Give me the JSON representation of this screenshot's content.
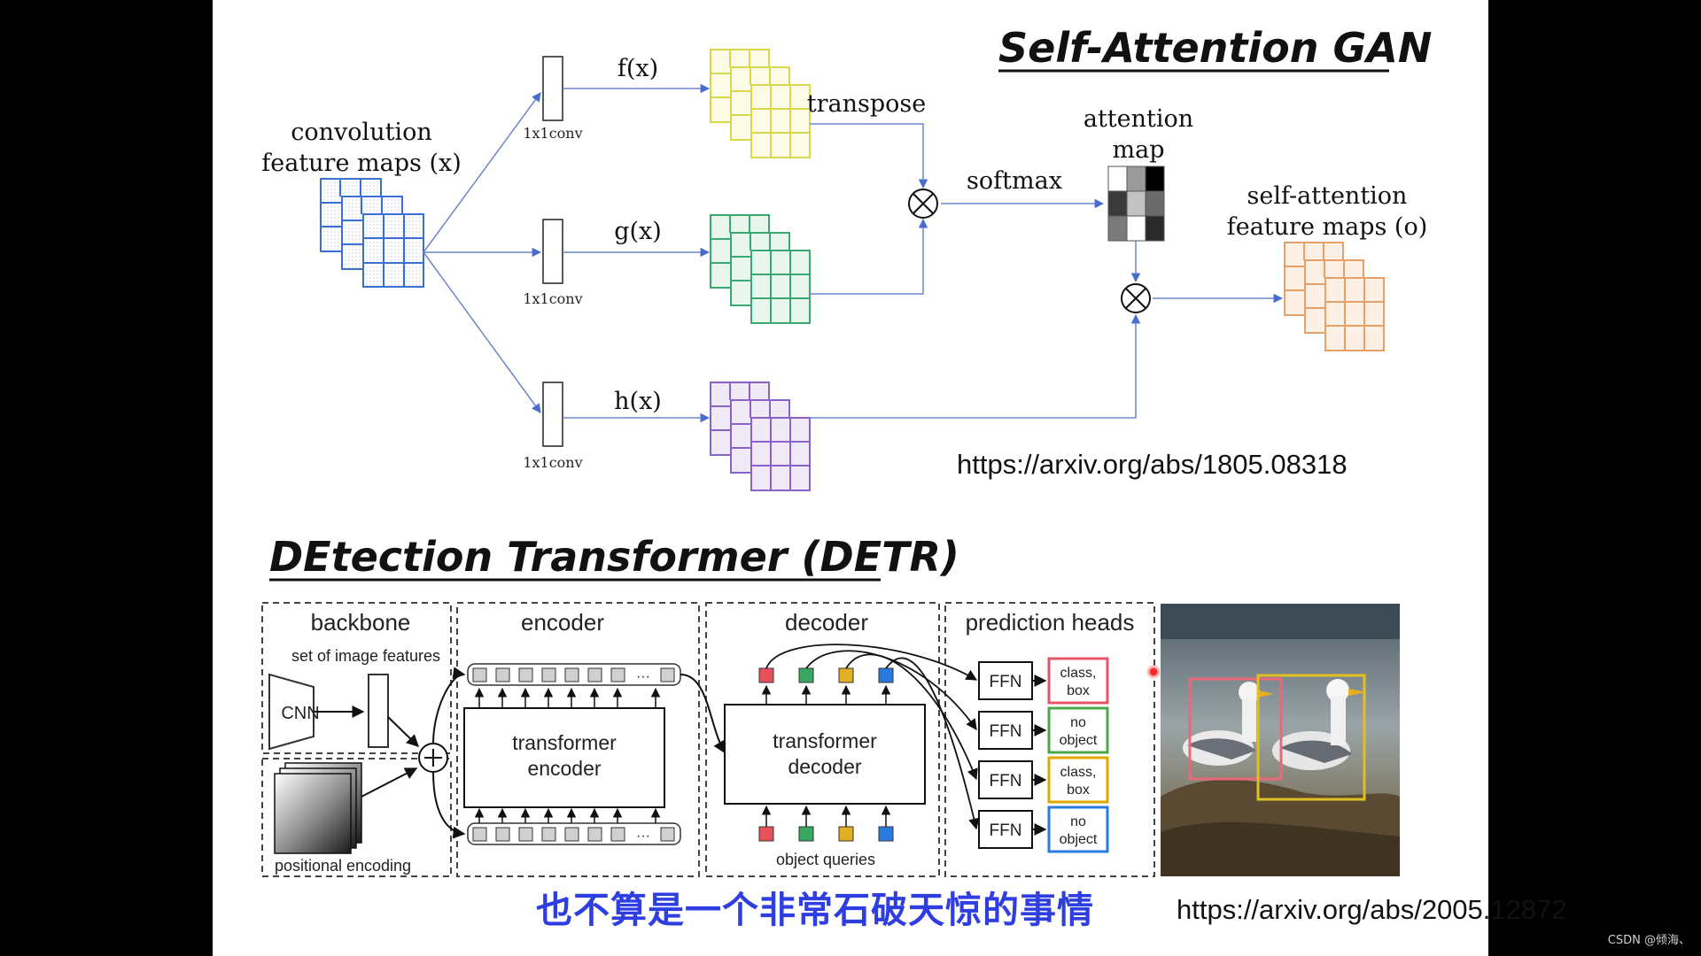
{
  "sagan": {
    "title": "Self-Attention GAN",
    "input_label_1": "convolution",
    "input_label_2": "feature maps (x)",
    "conv_label": "1x1conv",
    "f_label": "f(x)",
    "g_label": "g(x)",
    "h_label": "h(x)",
    "transpose_label": "transpose",
    "softmax_label": "softmax",
    "attention_label_1": "attention",
    "attention_label_2": "map",
    "output_label_1": "self-attention",
    "output_label_2": "feature maps (o)",
    "url": "https://arxiv.org/abs/1805.08318",
    "colors": {
      "input": "#3b6fd8",
      "f": "#d8d84a",
      "g": "#3aa872",
      "h": "#8a63c8",
      "output": "#e8a06a"
    }
  },
  "detr": {
    "title": "DEtection Transformer (DETR)",
    "backbone_label": "backbone",
    "image_features_label": "set of image features",
    "cnn_label": "CNN",
    "positional_encoding_label": "positional encoding",
    "encoder_label": "encoder",
    "transformer_encoder_1": "transformer",
    "transformer_encoder_2": "encoder",
    "decoder_label": "decoder",
    "transformer_decoder_1": "transformer",
    "transformer_decoder_2": "decoder",
    "object_queries_label": "object queries",
    "heads_label": "prediction heads",
    "ffn_label": "FFN",
    "outputs": [
      {
        "line1": "class,",
        "line2": "box",
        "color": "#e8556a"
      },
      {
        "line1": "no",
        "line2": "object",
        "color": "#4aa84a"
      },
      {
        "line1": "class,",
        "line2": "box",
        "color": "#e0a800"
      },
      {
        "line1": "no",
        "line2": "object",
        "color": "#2a7ae0"
      }
    ],
    "query_colors": [
      "#e8505a",
      "#3aa860",
      "#e0b020",
      "#2a7ae0"
    ],
    "ellipsis": "···",
    "url": "https://arxiv.org/abs/2005.12872"
  },
  "subtitle": "也不算是一个非常石破天惊的事情",
  "watermark": "CSDN @倾海、"
}
